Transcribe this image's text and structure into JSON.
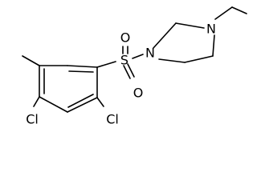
{
  "atoms": {
    "sulfur": "S",
    "oxygen_top": "O",
    "oxygen_bottom": "O",
    "nitrogen_sulfonyl": "N",
    "nitrogen_ethyl": "N",
    "chlorine_left": "Cl",
    "chlorine_right": "Cl"
  },
  "colors": {
    "bond": "#000000",
    "label": "#000000",
    "background": "#ffffff"
  }
}
